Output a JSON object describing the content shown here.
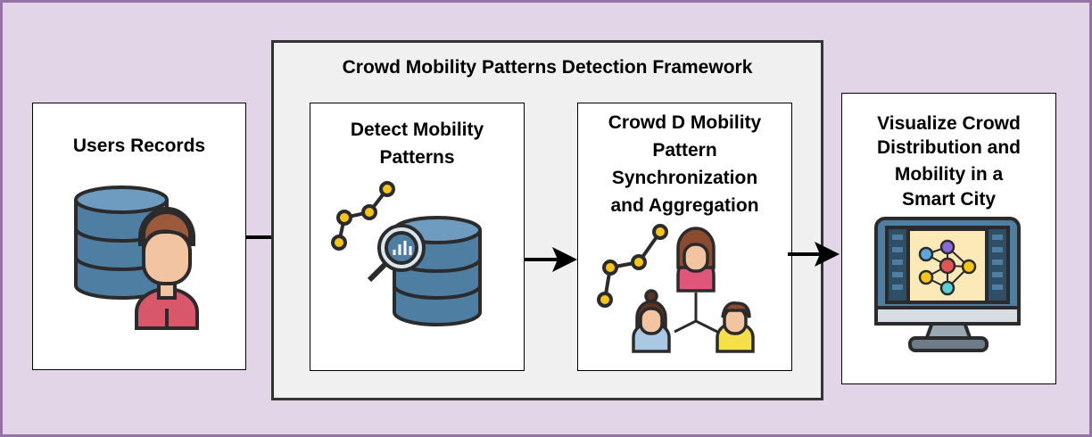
{
  "framework": {
    "title": "Crowd Mobility Patterns Detection Framework"
  },
  "steps": [
    {
      "label": "Users Records"
    },
    {
      "label_lines": [
        "Detect Mobility",
        "Patterns"
      ]
    },
    {
      "label_lines": [
        "Crowd D Mobility",
        "Pattern",
        "Synchronization",
        "and Aggregation"
      ]
    },
    {
      "label_lines": [
        "Visualize Crowd",
        "Distribution  and",
        "Mobility in a",
        "Smart City"
      ]
    }
  ],
  "colors": {
    "background": "#e1d5e7",
    "background_border": "#9673a6",
    "framework_fill": "#f0f0f0",
    "database_blue": "#4f7ea3",
    "accent_yellow": "#f5c518",
    "shirt_red": "#d9576b"
  },
  "icons": [
    "database-user-icon",
    "analytics-database-icon",
    "crowd-network-icon",
    "monitor-network-icon"
  ]
}
